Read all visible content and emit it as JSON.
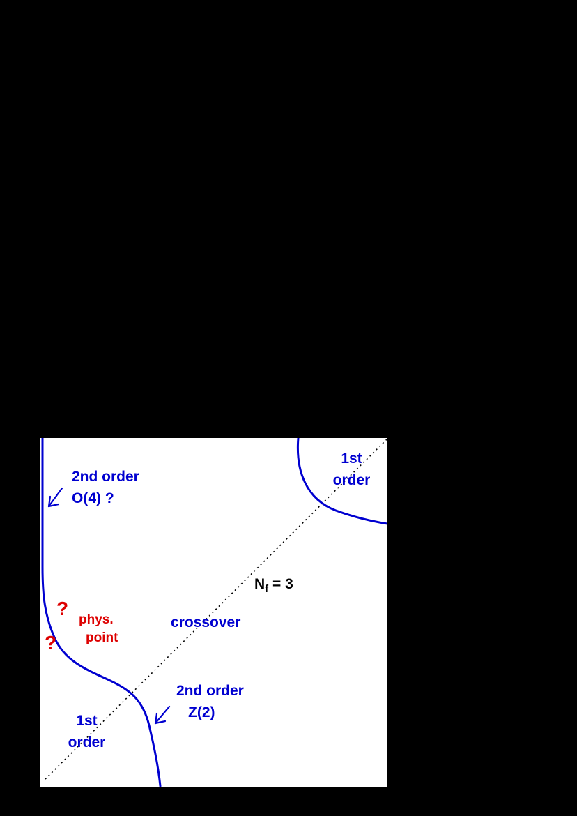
{
  "figure": {
    "colors": {
      "background": "#000000",
      "plot_background": "#ffffff",
      "curve_blue": "#0000d0",
      "accent_red": "#dd0000",
      "diagonal_black": "#000000"
    },
    "plot": {
      "labels": {
        "o4": {
          "line1": "2nd order",
          "line2": "O(4) ?"
        },
        "first_order_top": {
          "line1": "1st",
          "line2": "order"
        },
        "nf3": {
          "n": "N",
          "sub": "f",
          "rest": " = 3"
        },
        "crossover": "crossover",
        "question_upper": "?",
        "question_lower": "?",
        "phys_point": {
          "line1": "phys.",
          "line2": "point"
        },
        "z2": {
          "line1": "2nd order",
          "line2": "Z(2)"
        },
        "first_order_bottom": {
          "line1": "1st",
          "line2": "order"
        }
      }
    }
  }
}
